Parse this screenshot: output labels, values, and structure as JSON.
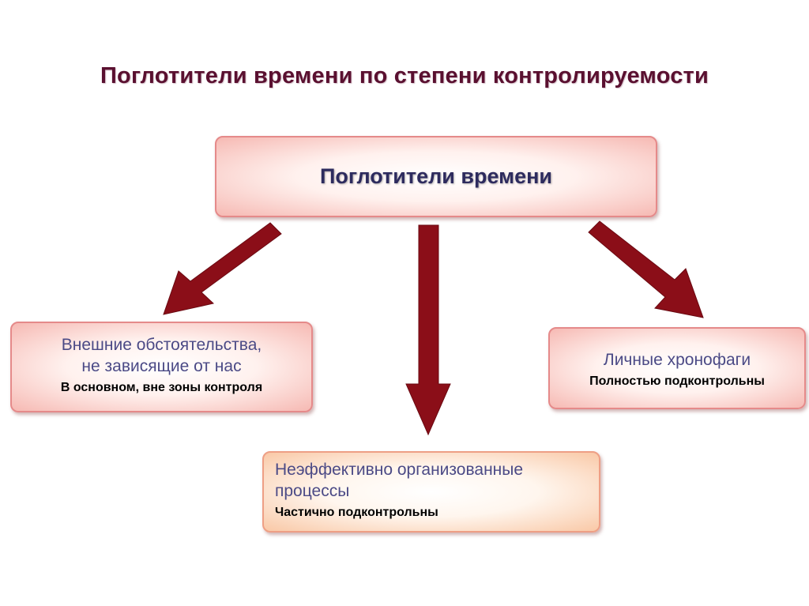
{
  "title": "Поглотители времени по степени контролируемости",
  "root": {
    "label": "Поглотители времени"
  },
  "nodes": {
    "left": {
      "name_line1": "Внешние обстоятельства,",
      "name_line2": "не зависящие от нас",
      "status": "В основном, вне зоны контроля"
    },
    "bottom": {
      "name_line1": "Неэффективно организованные",
      "name_line2": "процессы",
      "status": "Частично подконтрольны"
    },
    "right": {
      "name_line1": "Личные хронофаги",
      "status": "Полностью подконтрольны"
    }
  },
  "colors": {
    "title": "#5a1030",
    "arrow": "#8b0e18",
    "node_text": "#4b4a86",
    "box_border": "#e58a8a"
  }
}
